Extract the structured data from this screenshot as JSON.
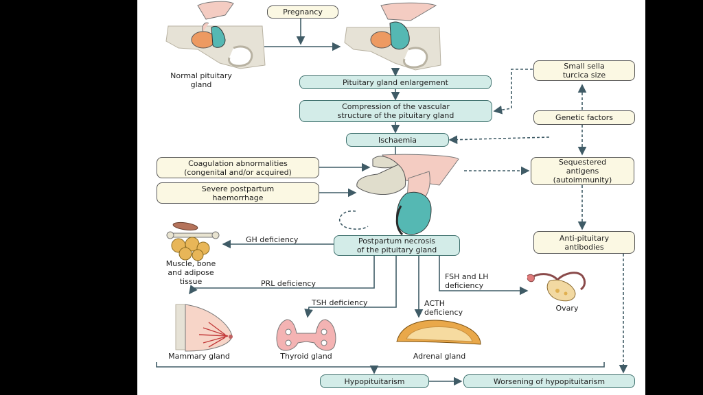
{
  "boxes": {
    "pregnancy": "Pregnancy",
    "enlargement": "Pituitary gland enlargement",
    "compression": "Compression of the vascular\nstructure of the pituitary gland",
    "ischaemia": "Ischaemia",
    "sella": "Small sella\nturcica size",
    "genetic": "Genetic factors",
    "coagulation": "Coagulation abnormalities\n(congenital and/or acquired)",
    "haemorrhage": "Severe postpartum\nhaemorrhage",
    "sequestered": "Sequestered\nantigens\n(autoimmunity)",
    "necrosis": "Postpartum necrosis\nof the pituitary gland",
    "antibodies": "Anti-pituitary\nantibodies",
    "hypopituitarism": "Hypopituitarism",
    "worsening": "Worsening of hypopituitarism"
  },
  "labels": {
    "normal_gland": "Normal pituitary\ngland",
    "gh": "GH deficiency",
    "muscle": "Muscle, bone\nand adipose\ntissue",
    "prl": "PRL deficiency",
    "tsh": "TSH deficiency",
    "acth": "ACTH\ndeficiency",
    "fsh": "FSH and LH\ndeficiency",
    "ovary": "Ovary",
    "mammary": "Mammary gland",
    "thyroid": "Thyroid gland",
    "adrenal": "Adrenal gland"
  },
  "colors": {
    "teal_fill": "#d3ece8",
    "teal_border": "#3d6f6c",
    "cream_fill": "#fbf8e3",
    "arrow": "#3f5b66"
  }
}
